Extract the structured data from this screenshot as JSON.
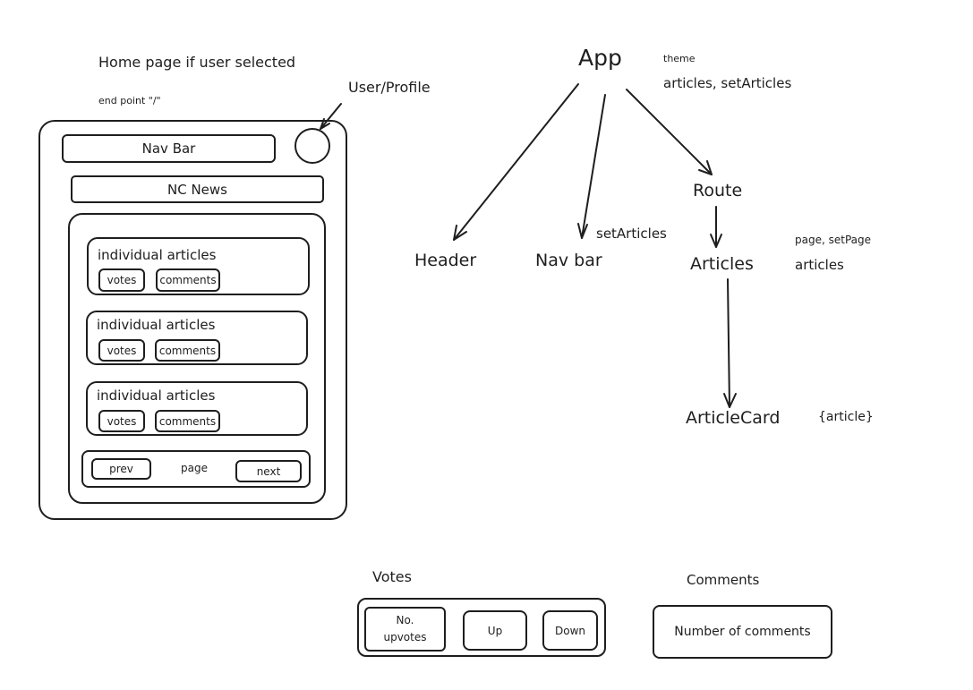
{
  "wireframe": {
    "heading": "Home page if user selected",
    "endpoint": "end point \"/\"",
    "profile_label": "User/Profile",
    "nav_bar": "Nav Bar",
    "site_title": "NC News",
    "articles": [
      {
        "title": "individual articles",
        "votes": "votes",
        "comments": "comments"
      },
      {
        "title": "individual articles",
        "votes": "votes",
        "comments": "comments"
      },
      {
        "title": "individual articles",
        "votes": "votes",
        "comments": "comments"
      }
    ],
    "pagination": {
      "prev": "prev",
      "page": "page",
      "next": "next"
    }
  },
  "tree": {
    "app": "App",
    "app_state_1": "theme",
    "app_state_2": "articles, setArticles",
    "header": "Header",
    "nav_bar": "Nav bar",
    "nav_bar_props": "setArticles",
    "route": "Route",
    "articles": "Articles",
    "articles_state_1": "page, setPage",
    "articles_state_2": "articles",
    "article_card": "ArticleCard",
    "article_card_props": "{article}"
  },
  "votes_component": {
    "label": "Votes",
    "count": "No. upvotes",
    "up": "Up",
    "down": "Down"
  },
  "comments_component": {
    "label": "Comments",
    "count": "Number of comments"
  }
}
